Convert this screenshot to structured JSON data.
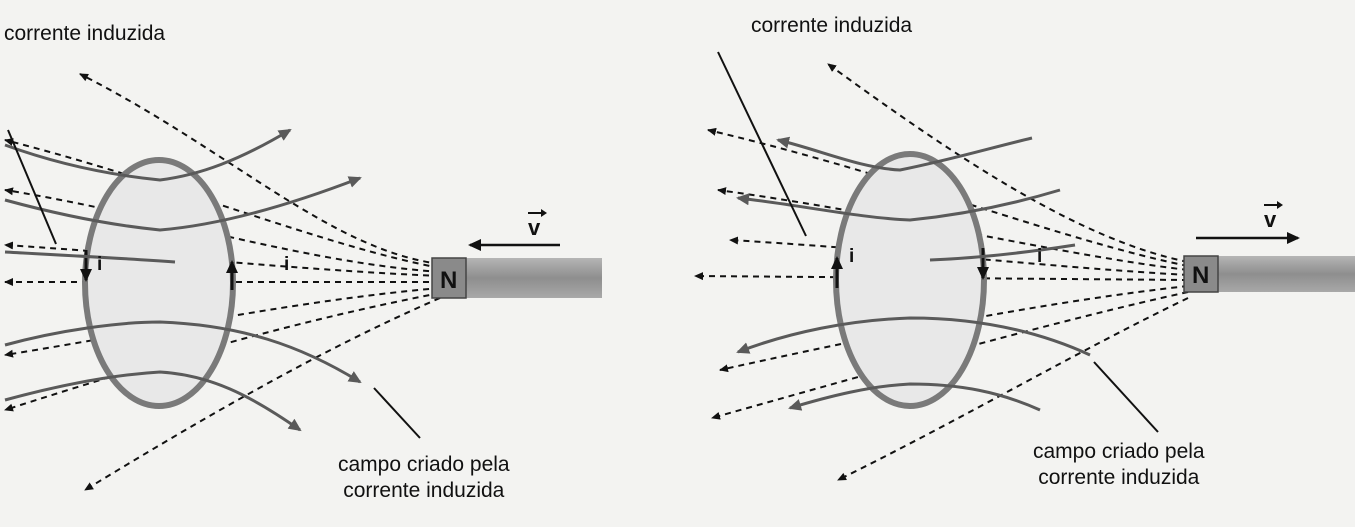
{
  "left_panel": {
    "label_top": "corrente induzida",
    "label_field_line1": "campo criado pela",
    "label_field_line2": "corrente induzida",
    "magnet_pole": "N",
    "velocity_label": "v",
    "current_symbol_1": "i",
    "current_symbol_2": "i",
    "velocity_direction": "toward-loop"
  },
  "right_panel": {
    "label_top": "corrente induzida",
    "label_field_line1": "campo criado pela",
    "label_field_line2": "corrente induzida",
    "magnet_pole": "N",
    "velocity_label": "v",
    "current_symbol_1": "i",
    "current_symbol_2": "i",
    "velocity_direction": "away-from-loop"
  },
  "colors": {
    "ink": "#111111",
    "solid_field_line": "#5a5a5a",
    "loop_ring": "#777777",
    "loop_fill": "#e6e6e6",
    "magnet": "#9a9a9a"
  }
}
